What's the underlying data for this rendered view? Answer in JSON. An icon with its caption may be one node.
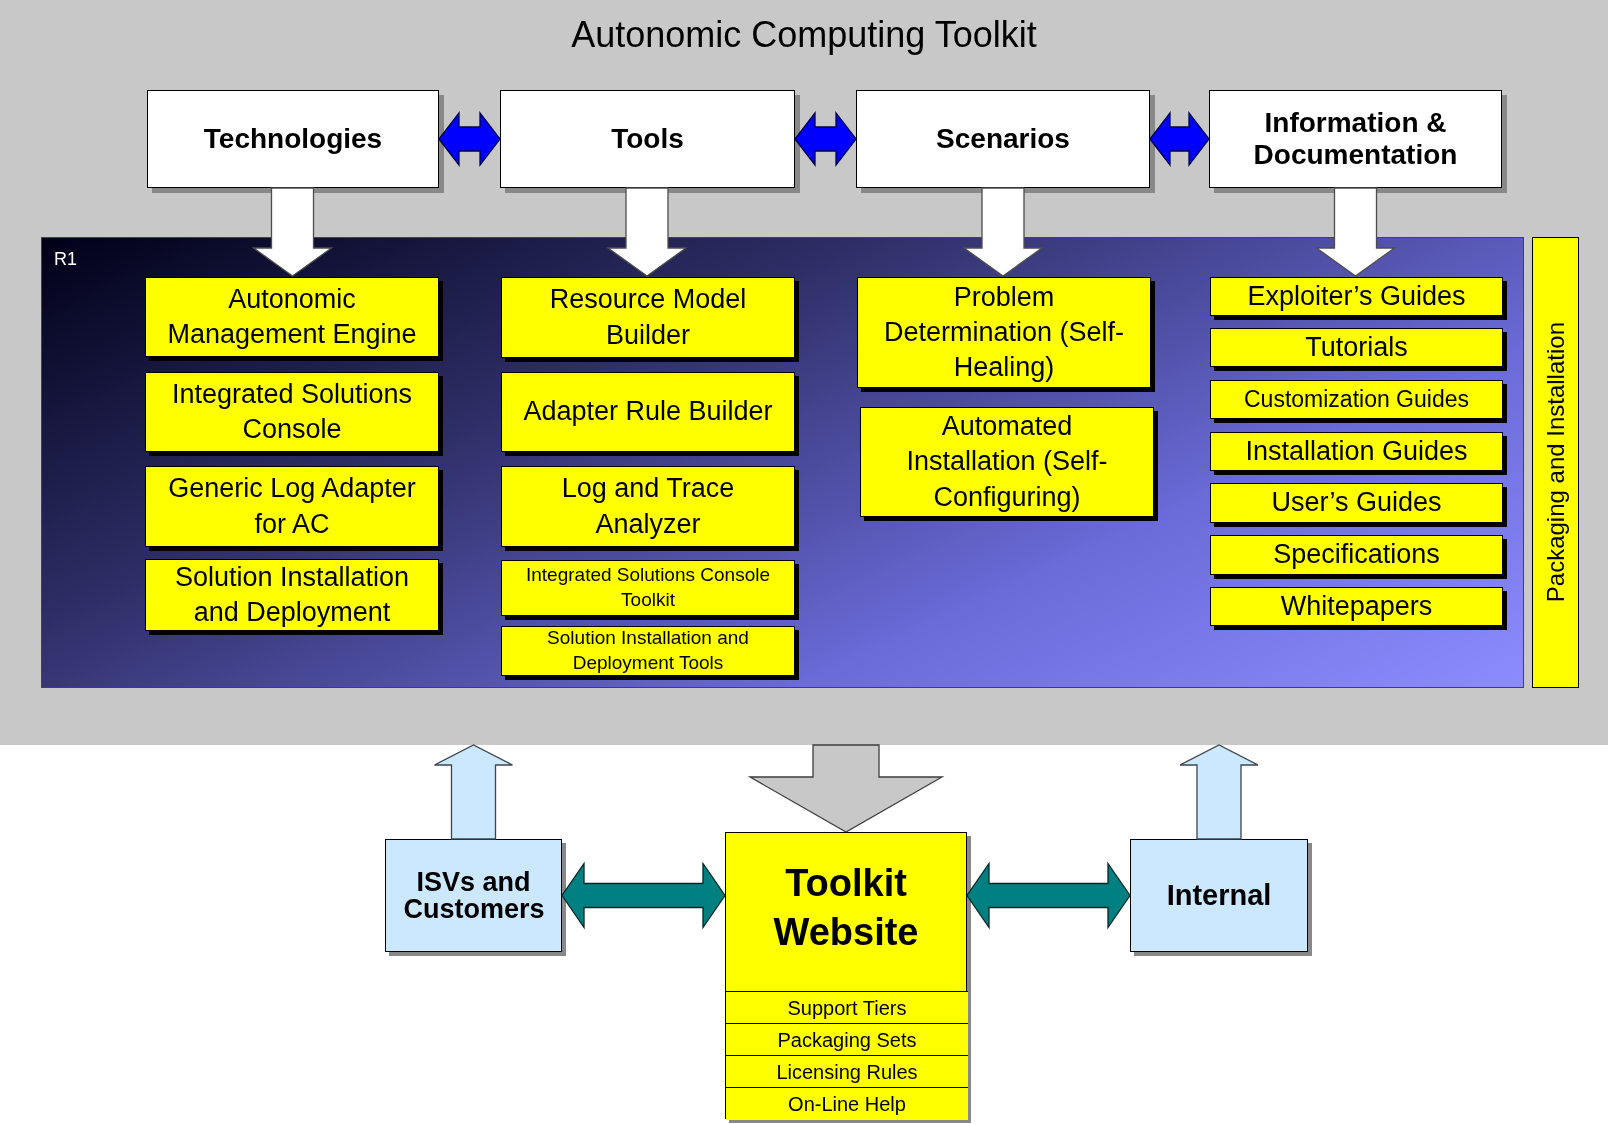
{
  "diagram": {
    "nodes": [
      {
        "text": [
          "Autonomic Computing Toolkit"
        ]
      },
      {
        "text": [
          "Technologies"
        ],
        "in": 0
      },
      {
        "text": [
          "Tools"
        ],
        "in": 0
      },
      {
        "text": [
          "Scenarios"
        ],
        "in": 0
      },
      {
        "text": [
          "Information & Documentation"
        ],
        "in": 0
      },
      {
        "text": [
          "R1"
        ],
        "in": 0
      },
      {
        "text": [
          "Autonomic Management Engine"
        ],
        "in": 5
      },
      {
        "text": [
          "Integrated Solutions Console"
        ],
        "in": 5
      },
      {
        "text": [
          "Generic Log Adapter for AC"
        ],
        "in": 5
      },
      {
        "text": [
          "Solution Installation and Deployment"
        ],
        "in": 5
      },
      {
        "text": [
          "Resource Model Builder"
        ],
        "in": 5
      },
      {
        "text": [
          "Adapter Rule Builder"
        ],
        "in": 5
      },
      {
        "text": [
          "Log and Trace Analyzer"
        ],
        "in": 5
      },
      {
        "text": [
          "Integrated Solutions Console Toolkit"
        ],
        "in": 5
      },
      {
        "text": [
          "Solution Installation and Deployment Tools"
        ],
        "in": 5
      },
      {
        "text": [
          "Problem Determination (Self-Healing)"
        ],
        "in": 5
      },
      {
        "text": [
          "Automated Installation (Self-Configuring)"
        ],
        "in": 5
      },
      {
        "text": [
          "Exploiter’s Guides"
        ],
        "in": 5
      },
      {
        "text": [
          "Tutorials"
        ],
        "in": 5
      },
      {
        "text": [
          "Customization Guides"
        ],
        "in": 5
      },
      {
        "text": [
          "Installation Guides"
        ],
        "in": 5
      },
      {
        "text": [
          "User’s Guides"
        ],
        "in": 5
      },
      {
        "text": [
          "Specifications"
        ],
        "in": 5
      },
      {
        "text": [
          "Whitepapers"
        ],
        "in": 5
      },
      {
        "text": [
          "Packaging and Installation"
        ],
        "in": 0
      },
      {
        "text": [
          "ISVs and Customers"
        ]
      },
      {
        "text": [
          "Toolkit Website"
        ]
      },
      {
        "text": [
          "Support Tiers"
        ],
        "in": 26
      },
      {
        "text": [
          "Packaging Sets"
        ],
        "in": 26
      },
      {
        "text": [
          "Licensing Rules"
        ],
        "in": 26
      },
      {
        "text": [
          "On-Line Help"
        ],
        "in": 26
      },
      {
        "text": [
          "Internal"
        ]
      }
    ],
    "edges": [
      {
        "from": 1,
        "to": 2,
        "arrow": "both",
        "style": "thick",
        "color": "#0000ff"
      },
      {
        "from": 2,
        "to": 3,
        "arrow": "both",
        "style": "thick",
        "color": "#0000ff"
      },
      {
        "from": 3,
        "to": 4,
        "arrow": "both",
        "style": "thick",
        "color": "#0000ff"
      },
      {
        "from": 1,
        "to": 6,
        "arrow": "to",
        "style": "thick"
      },
      {
        "from": 2,
        "to": 10,
        "arrow": "to",
        "style": "thick"
      },
      {
        "from": 3,
        "to": 15,
        "arrow": "to",
        "style": "thick"
      },
      {
        "from": 4,
        "to": 17,
        "arrow": "to",
        "style": "thick"
      },
      {
        "from": 0,
        "to": 26,
        "arrow": "to",
        "style": "thick",
        "color": "#c8c8c8"
      },
      {
        "from": 25,
        "to": 0,
        "arrow": "to",
        "style": "thick",
        "color": "#cce8ff"
      },
      {
        "from": 31,
        "to": 0,
        "arrow": "to",
        "style": "thick",
        "color": "#cce8ff"
      },
      {
        "from": 25,
        "to": 26,
        "arrow": "both",
        "style": "thick",
        "color": "#008080"
      },
      {
        "from": 26,
        "to": 31,
        "arrow": "both",
        "style": "thick",
        "color": "#008080"
      }
    ]
  }
}
